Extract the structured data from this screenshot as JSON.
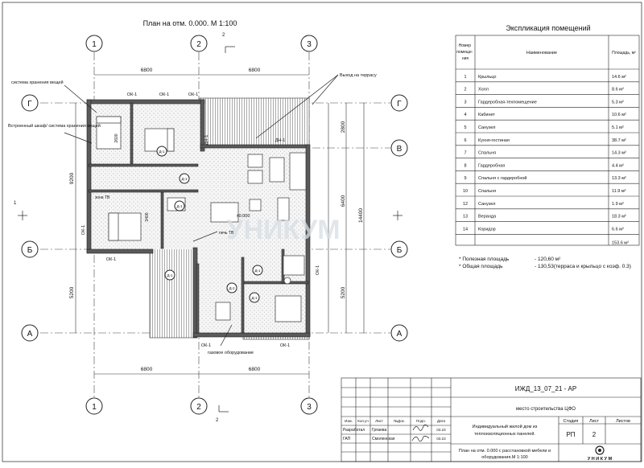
{
  "plan_title": "План на отм. 0.000. М 1:100",
  "section_mark": "2",
  "axes": {
    "numbers": [
      "1",
      "2",
      "3"
    ],
    "letters": [
      "Г",
      "В",
      "Б",
      "А"
    ],
    "left_mark": "1"
  },
  "dimensions": {
    "top_spans": [
      "6800",
      "6800"
    ],
    "bottom_spans": [
      "6800",
      "6800"
    ],
    "left_total": "9200",
    "left_lower": "5200",
    "right_upper": "2800",
    "right_mid": "6400",
    "right_lower": "5200",
    "right_total": "14400",
    "room_2600": "2600",
    "room_3400": "3400"
  },
  "callouts": {
    "storage": "система хранения вещей",
    "closet": "Встроенный шкаф/ система хранения вещей",
    "terrace_exit": "Выход на террасу",
    "gas": "газовое оборудование",
    "stove": "печь ТВ",
    "zone_tv": "зона ТВ",
    "level": "±0.000"
  },
  "openings": {
    "ok": "ОК-1",
    "dn": "ДН-1",
    "d1": "Д-1",
    "d2": "Д-2"
  },
  "explication": {
    "title": "Экспликация помещений",
    "col_num": "Номер помеще-ния",
    "col_name": "Наименование",
    "col_area": "Площадь, м²",
    "rows": [
      {
        "n": "1",
        "name": "Крыльцо",
        "area": "14.6 м²"
      },
      {
        "n": "2",
        "name": "Холл",
        "area": "8.6 м²"
      },
      {
        "n": "3",
        "name": "Гардеробная-техпомещение",
        "area": "5.3 м²"
      },
      {
        "n": "4",
        "name": "Кабинет",
        "area": "10.6 м²"
      },
      {
        "n": "5",
        "name": "Санузел",
        "area": "5.1 м²"
      },
      {
        "n": "6",
        "name": "Кухня-гостиная",
        "area": "38.7 м²"
      },
      {
        "n": "7",
        "name": "Спальня",
        "area": "14.3 м²"
      },
      {
        "n": "8",
        "name": "Гардеробная",
        "area": "4.4 м²"
      },
      {
        "n": "9",
        "name": "Спальня с гардеробной",
        "area": "13.3 м²"
      },
      {
        "n": "10",
        "name": "Спальня",
        "area": "11.9 м²"
      },
      {
        "n": "12",
        "name": "Санузел",
        "area": "1.9 м²"
      },
      {
        "n": "13",
        "name": "Веранда",
        "area": "18.3 м²"
      },
      {
        "n": "14",
        "name": "Коридор",
        "area": "6.6 м²"
      }
    ],
    "total": "153.6 м²"
  },
  "areas": {
    "useful_label": "* Полезная площадь",
    "useful_value": "- 120,60 м²",
    "total_label": "* Общая площадь",
    "total_value": "- 130,53(терраса и крыльцо с коэф. 0.3)"
  },
  "watermark": "УНИКУМ",
  "stamp": {
    "code": "ИЖД_13_07_21 - АР",
    "location": "место строительства ЦФО",
    "headers": [
      "Изм.",
      "Кол.уч",
      "Лист",
      "№Док.",
      "Подп.",
      "Дата"
    ],
    "person_rows": [
      {
        "role": "Разработал",
        "name": "Грязева",
        "date": "03.23"
      },
      {
        "role": "ГАП",
        "name": "Смоленская",
        "date": "03.23"
      }
    ],
    "project_name": "Индивидуальный жилой дом из теплоизоляционных панелей.",
    "stage_label": "Стадия",
    "sheet_label": "Лист",
    "sheets_label": "Листов",
    "stage": "РП",
    "sheet": "2",
    "sheet_title": "План на отм. 0.000 с расстановкой мебели и оборудования.М 1:100",
    "company": "У Н И К У М"
  }
}
